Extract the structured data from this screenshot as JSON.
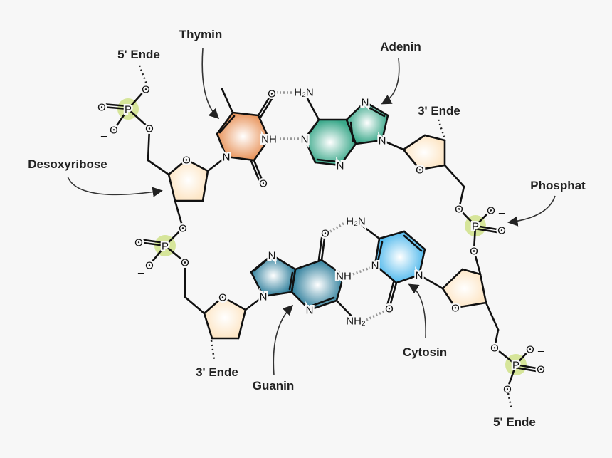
{
  "labels": {
    "five_end_top": "5' Ende",
    "thymin": "Thymin",
    "adenin": "Adenin",
    "three_end_top": "3' Ende",
    "desoxyribose": "Desoxyribose",
    "phosphat": "Phosphat",
    "three_end_bottom": "3' Ende",
    "guanin": "Guanin",
    "cytosin": "Cytosin",
    "five_end_bottom": "5' Ende"
  },
  "atoms": {
    "O": "O",
    "P": "P",
    "N": "N",
    "NH": "NH",
    "H2N": "H₂N",
    "NH2": "NH₂",
    "minus": "–"
  },
  "colors": {
    "background": "#f7f7f7",
    "thymine": "#e8935a",
    "adenine": "#3aa88a",
    "guanine": "#2f7f9c",
    "cytosine": "#4fb8ec",
    "sugar": "#fde6c6",
    "phosphate": "#d6e59a"
  }
}
